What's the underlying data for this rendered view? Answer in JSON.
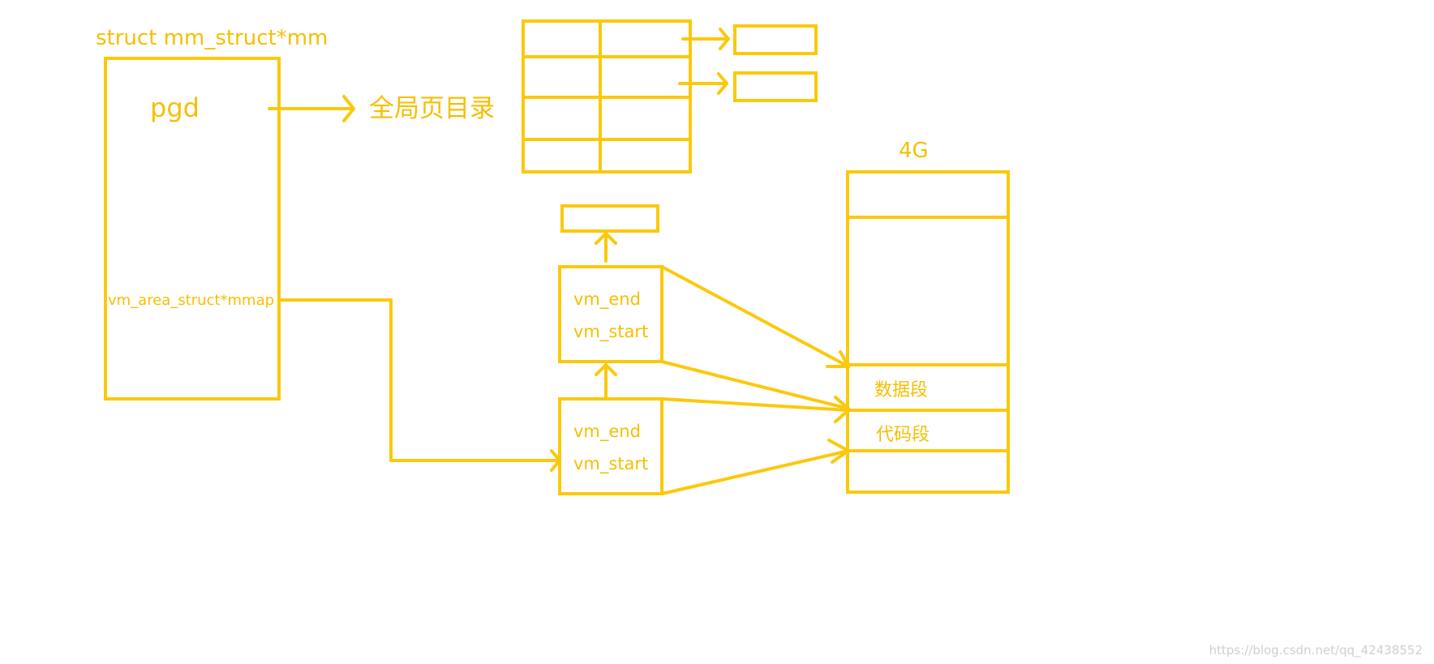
{
  "mm_struct": {
    "title": "struct mm_struct*mm",
    "pgd_label": "pgd",
    "mmap_label": "vm_area_struct*mmap"
  },
  "page_directory": {
    "label": "全局页目录"
  },
  "vma_upper": {
    "end_label": "vm_end",
    "start_label": "vm_start"
  },
  "vma_lower": {
    "end_label": "vm_end",
    "start_label": "vm_start"
  },
  "address_space": {
    "size_label": "4G",
    "data_segment_label": "数据段",
    "code_segment_label": "代码段"
  },
  "watermark": "https://blog.csdn.net/qq_42438552",
  "colors": {
    "stroke": "#fbc90b",
    "text": "#f5bf00",
    "background": "#ffffff"
  }
}
